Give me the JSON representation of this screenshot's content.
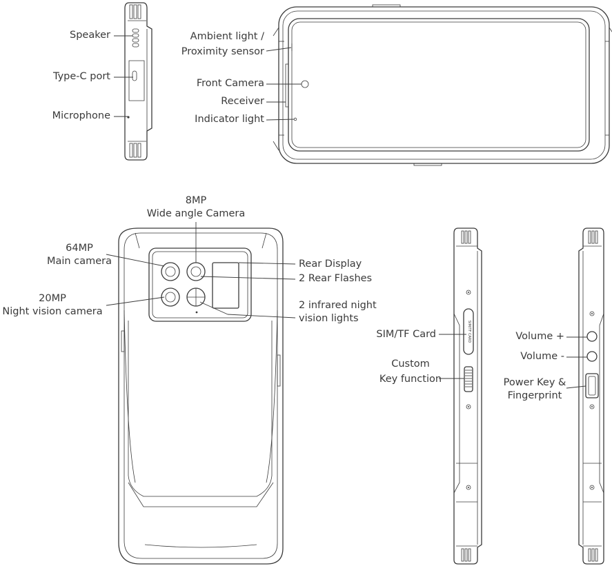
{
  "labels": {
    "speaker": "Speaker",
    "type_c_port": "Type-C port",
    "microphone": "Microphone",
    "ambient_light_1": "Ambient light /",
    "ambient_light_2": "Proximity sensor",
    "front_camera": "Front Camera",
    "receiver": "Receiver",
    "indicator_light": "Indicator light",
    "wide_camera_1": "8MP",
    "wide_camera_2": "Wide angle Camera",
    "main_camera_1": "64MP",
    "main_camera_2": "Main camera",
    "night_camera_1": "20MP",
    "night_camera_2": "Night vision camera",
    "rear_display": "Rear Display",
    "rear_flashes": "2 Rear Flashes",
    "infrared_1": "2  infrared night",
    "infrared_2": "vision lights",
    "sim_card": "SIM/TF Card",
    "custom_key_1": "Custom",
    "custom_key_2": "Key function",
    "volume_up": "Volume +",
    "volume_down": "Volume -",
    "power_key_1": "Power Key &",
    "power_key_2": "Fingerprint",
    "sim_tray_text": "SIM/TF CARD"
  },
  "colors": {
    "line": "#3a3a3a",
    "background": "#ffffff"
  }
}
